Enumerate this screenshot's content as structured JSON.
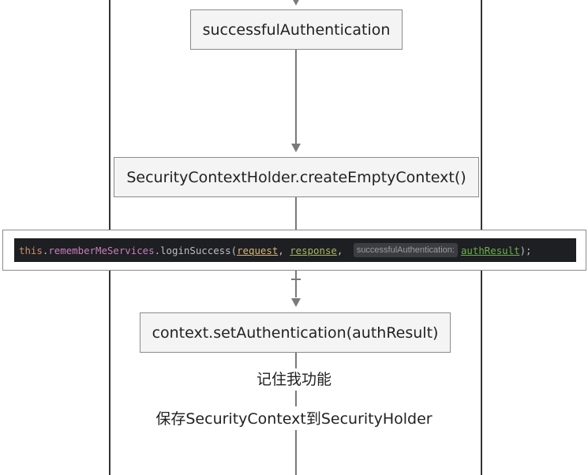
{
  "nodes": {
    "successful_auth": "successfulAuthentication",
    "create_context": "SecurityContextHolder.createEmptyContext()",
    "set_auth": "context.setAuthentication(authResult)"
  },
  "labels": {
    "remember_me": "记住我功能",
    "save_context": "保存SecurityContext到SecurityHolder"
  },
  "code": {
    "this_kw": "this",
    "dot1": ".",
    "field": "rememberMeServices",
    "dot2": ".",
    "method": "loginSuccess",
    "open_paren": "(",
    "arg1": "request",
    "comma1": ", ",
    "arg2": "response",
    "comma2": ", ",
    "hint": "successfulAuthentication:",
    "arg3": "authResult",
    "close": ");"
  },
  "colors": {
    "code_background": "#1e1f22",
    "keyword": "#cf8e6d",
    "field": "#c77dbb",
    "parameter": "#d5b778",
    "node_fill": "#f4f4f4",
    "connector": "#7a7a7a"
  }
}
